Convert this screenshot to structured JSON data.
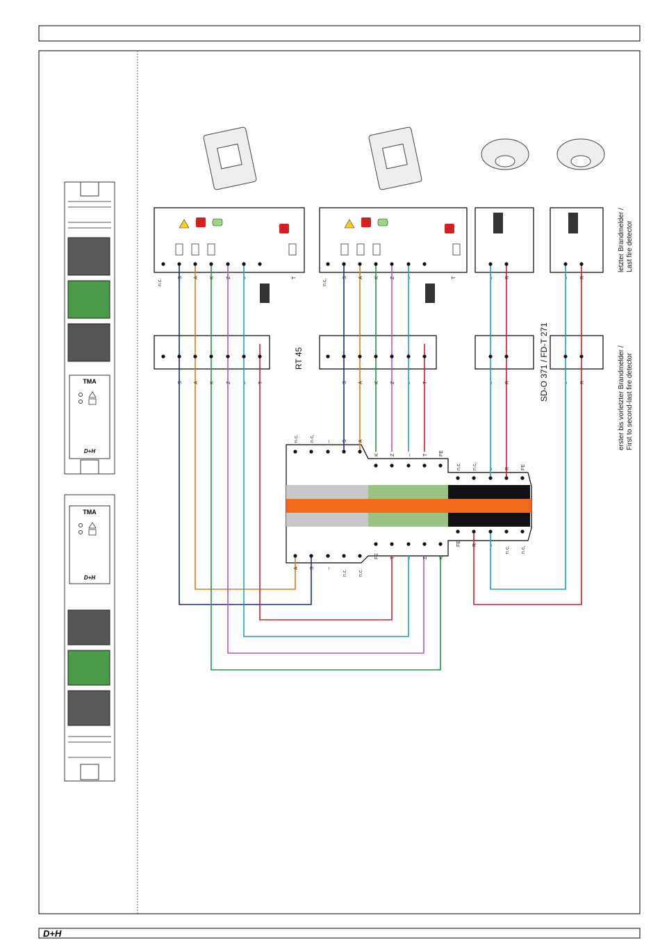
{
  "header": {
    "title": ""
  },
  "footer": {
    "logo_text": "D+H"
  },
  "modules": {
    "module_label": "TMA",
    "logo_text": "D+H"
  },
  "terminals": {
    "rt_top": [
      "n.c.",
      "S",
      "A",
      "K",
      "Z",
      "–",
      "T"
    ],
    "rt_bottom": [
      "S",
      "A",
      "K",
      "Z",
      "–",
      "T"
    ],
    "det": [
      "–",
      "R"
    ]
  },
  "labels": {
    "rt45": "RT 45",
    "detector_type": "SD-O 371 / FD-T 271",
    "last_de": "letzter Brandmelder /",
    "last_en": "Last fire detector",
    "first_de": "erster bis vorletzter Brandmelder /",
    "first_en": "First to second-last fire detector"
  },
  "connector": {
    "gray_top": [
      "n.c.",
      "n.c.",
      "–",
      "S",
      "A"
    ],
    "green_top": [
      "K",
      "Z",
      "–",
      "T",
      "FE"
    ],
    "black_top": [
      "n.c.",
      "n.c.",
      "–",
      "R",
      "FE"
    ],
    "gray_bot": [
      "A",
      "S",
      "–",
      "n.c.",
      "n.c."
    ],
    "green_bot": [
      "FE",
      "T",
      "–",
      "Z",
      "K"
    ],
    "black_bot": [
      "FE",
      "R",
      "–",
      "n.c.",
      "n.c."
    ]
  },
  "colors": {
    "S": "#1f2a8a",
    "A": "#e07b1a",
    "K": "#1a9a4a",
    "Z": "#c04fc0",
    "minus": "#1aa0d8",
    "T": "#d42020",
    "orange_band": "#f06c1c",
    "green_band": "#9bc285",
    "gray_band": "#c8c8c8"
  }
}
